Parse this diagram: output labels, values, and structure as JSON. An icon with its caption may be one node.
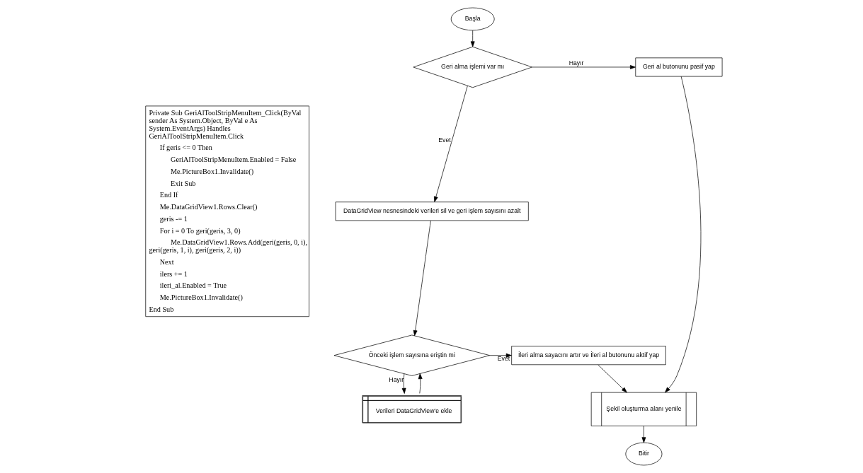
{
  "diagram": {
    "nodes": [
      {
        "text": [
          "Başla"
        ]
      },
      {
        "text": [
          "Geri alma işlemi var mı"
        ]
      },
      {
        "text": [
          "Geri al butonunu pasif yap"
        ]
      },
      {
        "text": [
          "DataGridView nesnesindeki verileri sil ve geri işlem sayısını azalt"
        ]
      },
      {
        "text": [
          "Önceki işlem sayısına eriştin mi"
        ]
      },
      {
        "text": [
          "İleri alma sayacını artır ve İleri al butonunu aktif yap"
        ]
      },
      {
        "text": [
          "Verileri DataGridView'e ekle"
        ]
      },
      {
        "text": [
          "Şekil oluşturma alanı yenile"
        ]
      },
      {
        "text": [
          "Bitir"
        ]
      }
    ],
    "edges": [
      {
        "from": 0,
        "to": 1,
        "arrow": "to"
      },
      {
        "from": 1,
        "to": 2,
        "arrow": "to",
        "label": "Hayır"
      },
      {
        "from": 1,
        "to": 3,
        "arrow": "to",
        "label": "Evet"
      },
      {
        "from": 3,
        "to": 4,
        "arrow": "to"
      },
      {
        "from": 4,
        "to": 5,
        "arrow": "to",
        "label": "Evet"
      },
      {
        "from": 4,
        "to": 6,
        "arrow": "to",
        "label": "Hayır"
      },
      {
        "from": 6,
        "to": 4,
        "arrow": "to"
      },
      {
        "from": 5,
        "to": 7,
        "arrow": "to"
      },
      {
        "from": 2,
        "to": 7,
        "arrow": "to"
      },
      {
        "from": 7,
        "to": 8,
        "arrow": "to"
      }
    ],
    "labels": [
      "Private Sub GeriAlToolStripMenuItem_Click(ByVal sender As System.Object, ByVal e As System.EventArgs) Handles GeriAlToolStripMenuItem.Click",
      "If geris <= 0 Then",
      "GeriAlToolStripMenuItem.Enabled = False",
      "Me.PictureBox1.Invalidate()",
      "Exit Sub",
      "End If",
      "Me.DataGridView1.Rows.Clear()",
      "geris -= 1",
      "For i = 0 To geri(geris, 3, 0)",
      "Me.DataGridView1.Rows.Add(geri(geris, 0, i), geri(geris, 1, i), geri(geris, 2, i))",
      "Next",
      "ilers += 1",
      "ileri_al.Enabled = True",
      "Me.PictureBox1.Invalidate()",
      "End Sub"
    ]
  }
}
